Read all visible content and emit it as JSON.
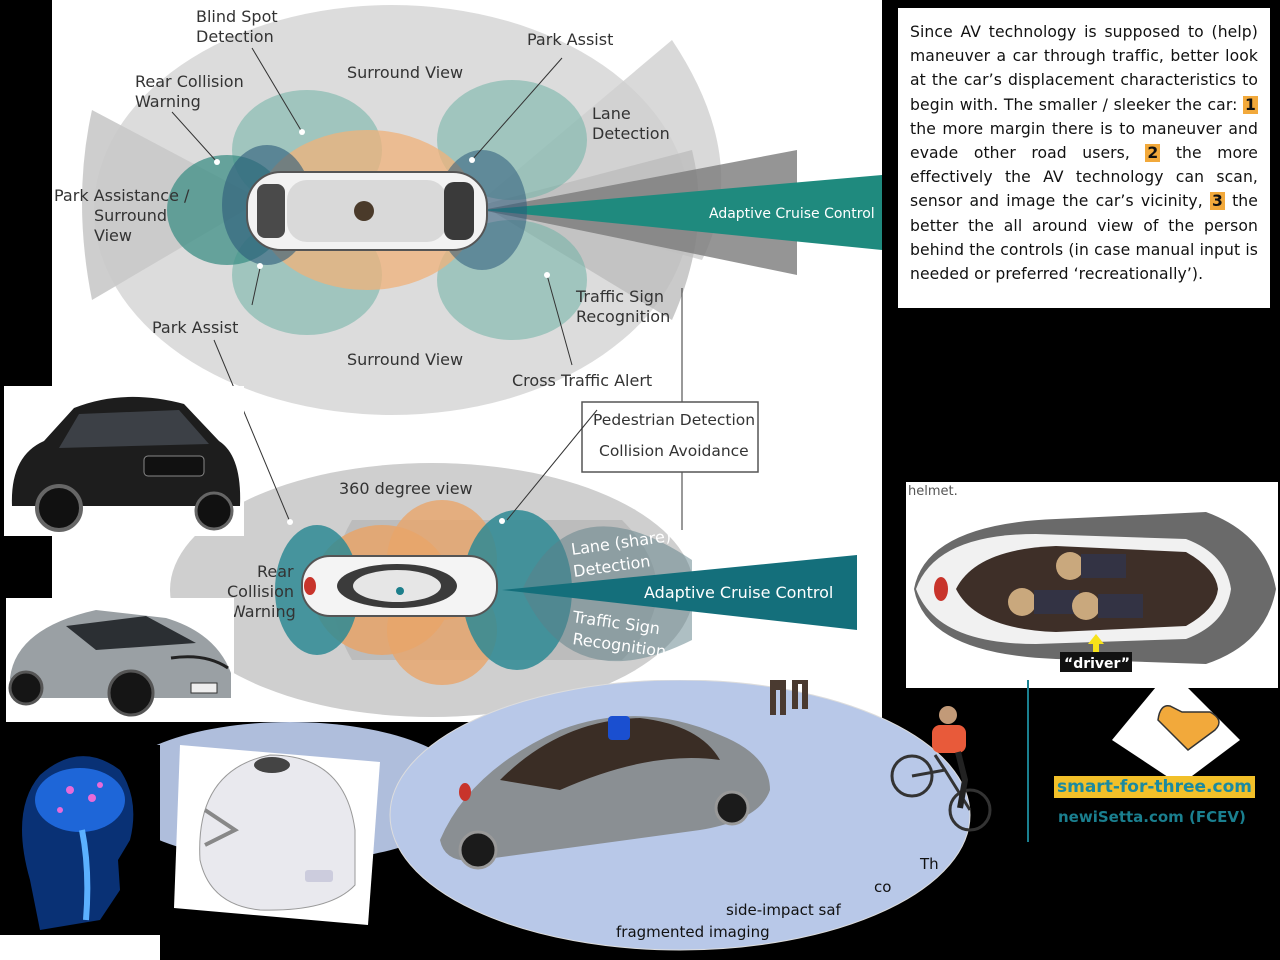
{
  "top_diagram": {
    "labels": {
      "blind_spot": [
        "Blind Spot",
        "Detection"
      ],
      "rear_collision": [
        "Rear Collision",
        "Warning"
      ],
      "surround_view_top": "Surround View",
      "park_assist_top": "Park Assist",
      "lane_detection": [
        "Lane",
        "Detection"
      ],
      "park_assistance": [
        "Park  Assistance /",
        "Surround",
        "View"
      ],
      "adaptive_cruise": "Adaptive Cruise Control",
      "park_assist_bottom": "Park Assist",
      "traffic_sign": [
        "Traffic Sign",
        "Recognition"
      ],
      "surround_view_bottom": "Surround View",
      "cross_traffic": "Cross Traffic Alert"
    }
  },
  "callout_box": {
    "line1": "Pedestrian Detection",
    "line2": "Collision Avoidance"
  },
  "bottom_diagram": {
    "labels": {
      "view360": "360 degree view",
      "rear_collision": [
        "Rear",
        "Collision",
        "Warning"
      ],
      "lane_share": [
        "Lane (share)",
        "Detection"
      ],
      "adaptive_cruise": "Adaptive Cruise Control",
      "traffic_sign": [
        "Traffic Sign",
        "Recognition"
      ]
    }
  },
  "text_box": {
    "intro": "Since AV technology is supposed to (help) maneuver a car through traffic, better look at the car’s displacement characteristics to begin with. The smaller / sleeker the car:",
    "points": [
      {
        "num": "1",
        "text": "the more margin there is to maneuver and evade other road users,"
      },
      {
        "num": "2",
        "text": "the more effectively the AV technology can scan, sensor and image the car’s vicinity,"
      },
      {
        "num": "3",
        "text": "the better the all around view of the person behind the controls (in case manual input is needed or preferred ‘recreationally’)."
      }
    ]
  },
  "partial_text_helmet": "helmet.",
  "driver_label": "“driver”",
  "links": {
    "smart": "smart-for-three.com",
    "newisetta": "newiSetta.com (FCEV)"
  },
  "bottom_captions": {
    "fragment_1": "Th",
    "fragment_2": "co",
    "fragment_3": "side-impact saf",
    "fragment_4": "fragmented imaging"
  },
  "colors": {
    "teal": "#1e8a84",
    "teal_dark": "#0f6a6a",
    "orange": "#e8a56a",
    "gray": "#d4d4d4",
    "highlight": "#f2a93b",
    "link_bg": "#f2c029"
  }
}
